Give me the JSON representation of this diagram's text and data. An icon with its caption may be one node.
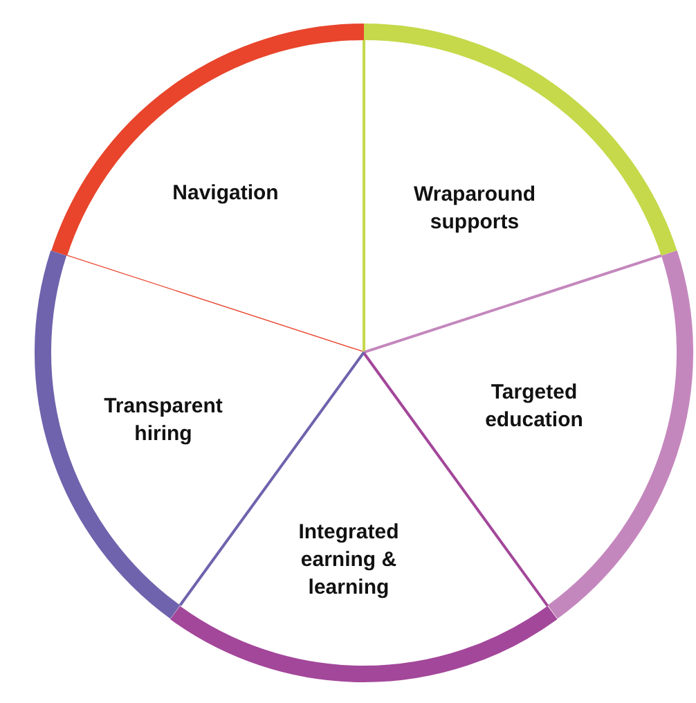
{
  "diagram": {
    "nodes": [
      {
        "text": [
          "Navigation"
        ]
      },
      {
        "text": [
          "Wraparound supports"
        ]
      },
      {
        "text": [
          "Targeted education"
        ]
      },
      {
        "text": [
          "Integrated earning & learning"
        ]
      },
      {
        "text": [
          "Transparent hiring"
        ]
      }
    ]
  }
}
